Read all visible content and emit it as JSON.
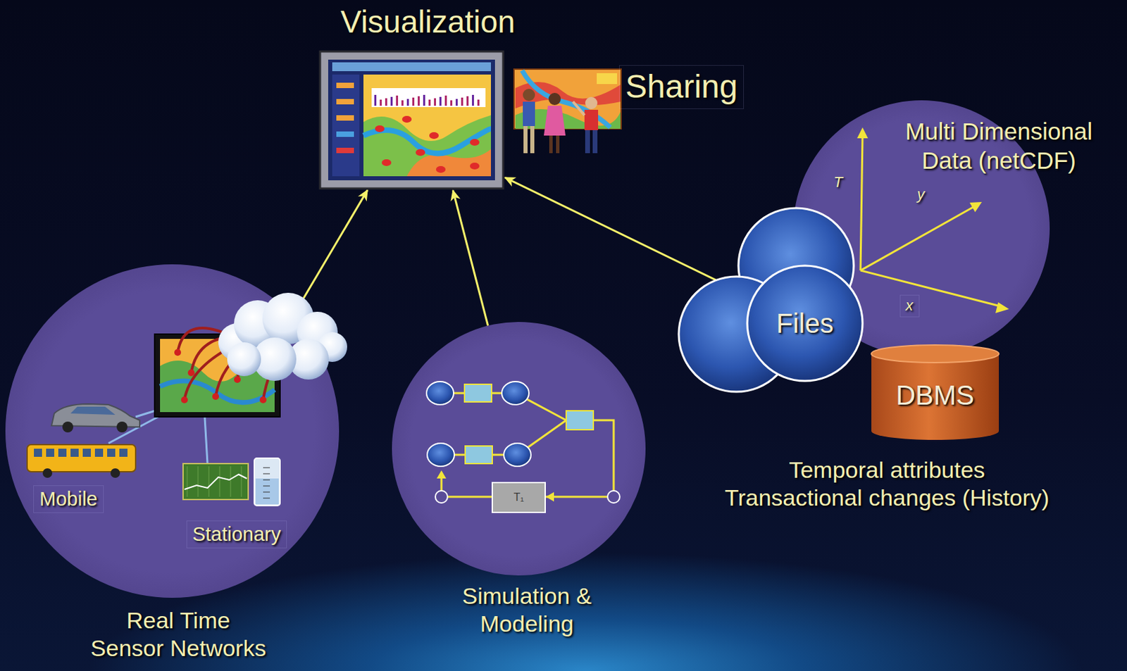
{
  "diagram": {
    "nodes": [
      {
        "text": [
          "Visualization"
        ]
      },
      {
        "text": [
          "Real Time Sensor Networks"
        ]
      },
      {
        "text": [
          "Simulation & Modeling"
        ]
      },
      {
        "text": [
          "Multi Dimensional Data (netCDF)"
        ]
      },
      {
        "text": [
          "Files"
        ]
      },
      {
        "text": [
          "DBMS"
        ]
      }
    ],
    "edges": [
      {
        "from": 1,
        "to": 0,
        "arrow": "to"
      },
      {
        "from": 2,
        "to": 0,
        "arrow": "to"
      },
      {
        "from": 4,
        "to": 0,
        "arrow": "to"
      }
    ],
    "labels": [
      "Sharing",
      "T",
      "y",
      "x",
      "Mobile",
      "Stationary",
      "T₁",
      "Temporal attributes Transactional changes (History)"
    ]
  }
}
